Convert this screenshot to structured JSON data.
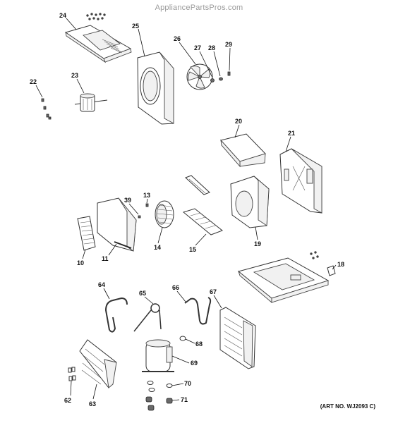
{
  "watermark": "AppliancePartsPros.com",
  "art_number": "(ART NO. WJ2093 C)",
  "callouts": {
    "c24": "24",
    "c25": "25",
    "c26": "26",
    "c27": "27",
    "c28": "28",
    "c29": "29",
    "c22": "22",
    "c23": "23",
    "c20": "20",
    "c21": "21",
    "c39": "39",
    "c13": "13",
    "c10": "10",
    "c11": "11",
    "c14": "14",
    "c15": "15",
    "c19": "19",
    "c18": "18",
    "c64": "64",
    "c65": "65",
    "c66": "66",
    "c67": "67",
    "c68": "68",
    "c69": "69",
    "c70": "70",
    "c71": "71",
    "c62": "62",
    "c63": "63"
  }
}
